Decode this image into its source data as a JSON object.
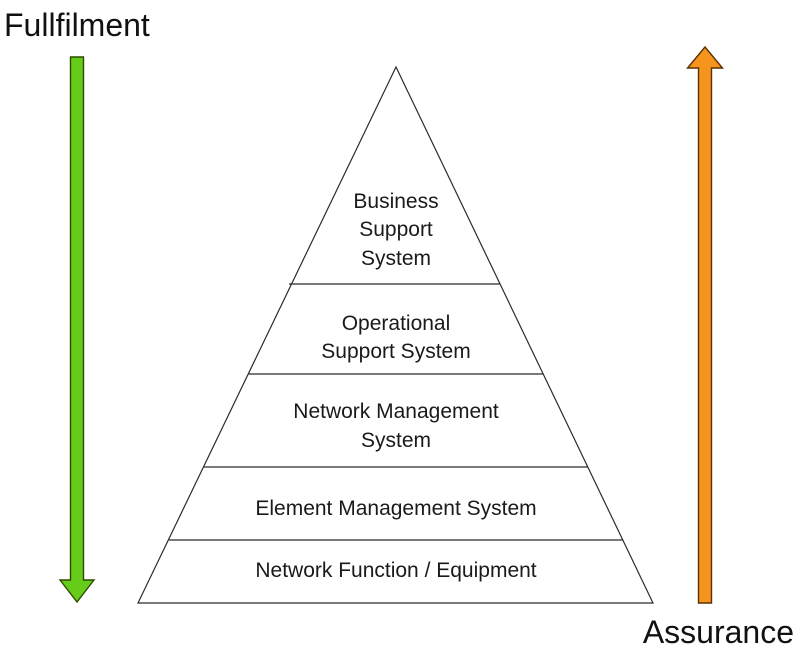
{
  "labels": {
    "fulfillment": "Fullfilment",
    "assurance": "Assurance"
  },
  "arrows": {
    "fulfillment": {
      "direction": "down",
      "color": "#66CC1A"
    },
    "assurance": {
      "direction": "up",
      "color": "#F7941D"
    }
  },
  "pyramid": {
    "layers": [
      {
        "label": "Business Support System",
        "lines": [
          "Business",
          "Support",
          "System"
        ]
      },
      {
        "label": "Operational Support System",
        "lines": [
          "Operational",
          "Support System"
        ]
      },
      {
        "label": "Network Management System",
        "lines": [
          "Network Management",
          "System"
        ]
      },
      {
        "label": "Element Management System",
        "lines": [
          "Element Management System"
        ]
      },
      {
        "label": "Network Function / Equipment",
        "lines": [
          "Network Function / Equipment"
        ]
      }
    ]
  }
}
